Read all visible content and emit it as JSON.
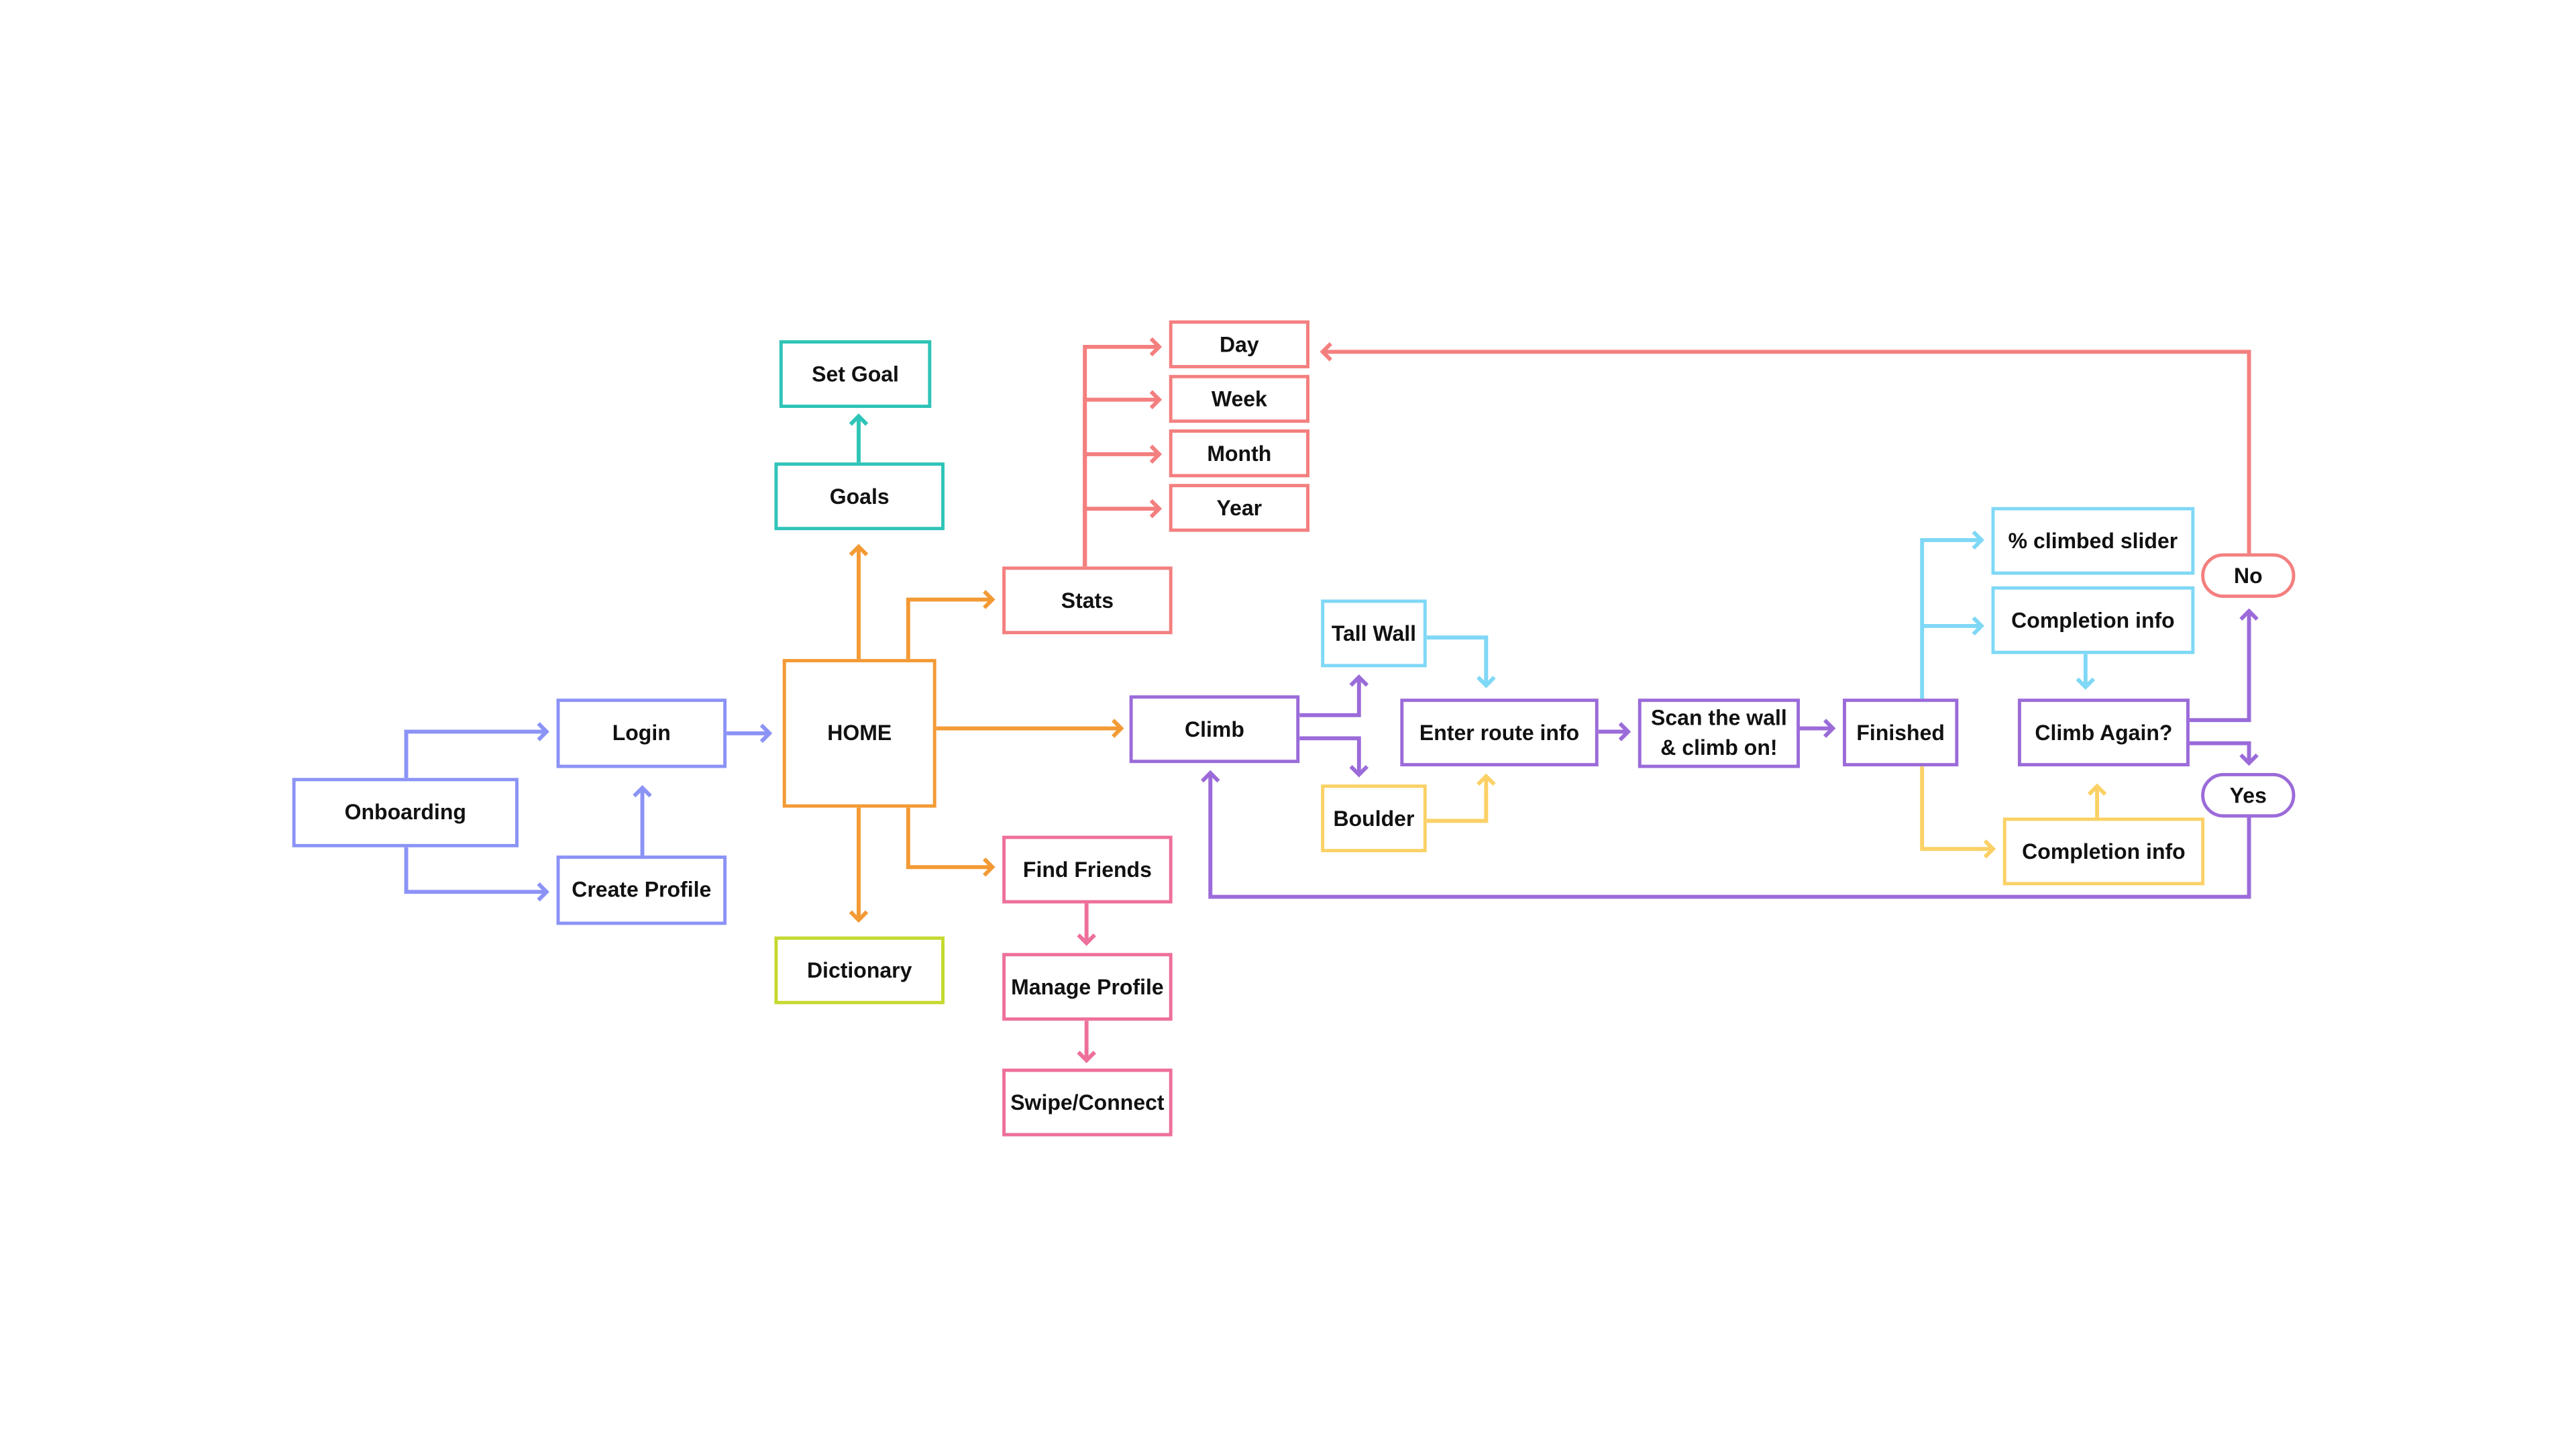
{
  "colors": {
    "blue": "#8b93f6",
    "orange": "#f39a35",
    "teal": "#2fc4b8",
    "lime": "#c5d92f",
    "salmon": "#f47f7f",
    "pink": "#ee6f9b",
    "purple": "#9b6bd9",
    "cyan": "#7fd8f6",
    "yellow": "#fbd166"
  },
  "nodes": {
    "onboarding": "Onboarding",
    "login": "Login",
    "create_profile": "Create Profile",
    "home": "HOME",
    "set_goal": "Set Goal",
    "goals": "Goals",
    "dictionary": "Dictionary",
    "stats": "Stats",
    "day": "Day",
    "week": "Week",
    "month": "Month",
    "year": "Year",
    "find_friends": "Find Friends",
    "manage_profile": "Manage Profile",
    "swipe_connect": "Swipe/Connect",
    "climb": "Climb",
    "tall_wall": "Tall Wall",
    "boulder": "Boulder",
    "enter_route_info": "Enter route info",
    "scan_wall": "Scan the wall\n& climb on!",
    "finished": "Finished",
    "climbed_slider": "% climbed slider",
    "completion_info_top": "Completion info",
    "completion_info_bottom": "Completion info",
    "climb_again": "Climb Again?",
    "no": "No",
    "yes": "Yes"
  }
}
